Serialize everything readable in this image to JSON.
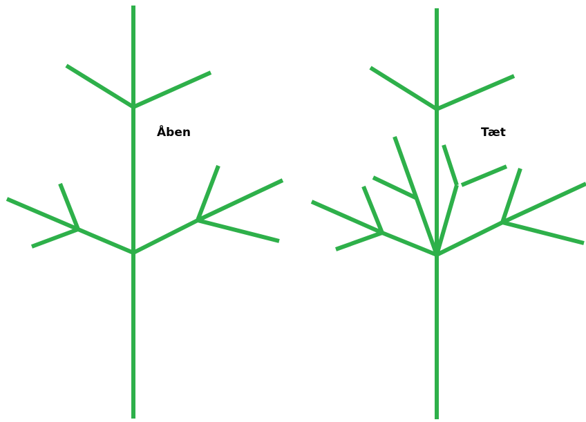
{
  "colors": {
    "branch": "#2eb04a",
    "background": "#ffffff",
    "label": "#000000"
  },
  "trees": [
    {
      "key": "open",
      "label": "Åben"
    },
    {
      "key": "dense",
      "label": "Tæt"
    }
  ]
}
